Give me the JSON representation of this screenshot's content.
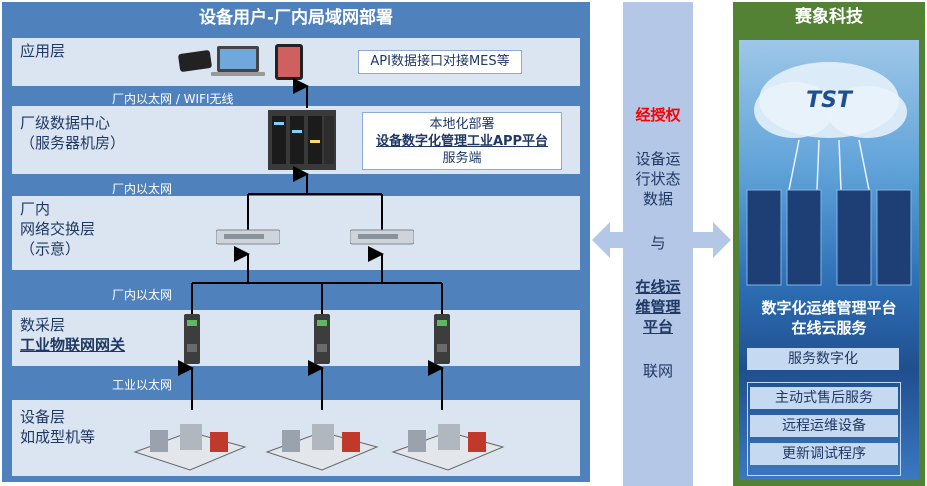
{
  "left": {
    "title": "设备用户-厂内局域网部署",
    "layers": {
      "app": "应用层",
      "dc_line1": "厂级数据中心",
      "dc_line2": "（服务器机房）",
      "net_line1": "厂内",
      "net_line2": "网络交换层",
      "net_line3": "（示意）",
      "daq": "数采层",
      "daq_sub": "工业物联网网关",
      "dev_line1": "设备层",
      "dev_line2": "如成型机等"
    },
    "app_box": "API数据接口对接MES等",
    "dc_box": {
      "line1": "本地化部署",
      "line2": "设备数字化管理工业APP平台",
      "line3": "服务端"
    },
    "links": {
      "l1": "厂内以太网 / WIFI无线",
      "l2": "厂内以太网",
      "l3": "厂内以太网",
      "l4": "工业以太网"
    }
  },
  "middle": {
    "authorized": "经授权",
    "data_line1": "设备运",
    "data_line2": "行状态",
    "data_line3": "数据",
    "and": "与",
    "platform_line1": "在线运",
    "platform_line2": "维管理",
    "platform_line3": "平台",
    "network": "联网"
  },
  "right": {
    "title": "赛象科技",
    "logo": "TST",
    "platform_line1": "数字化运维管理平台",
    "platform_line2": "在线云服务",
    "service_header": "服务数字化",
    "services": [
      "主动式售后服务",
      "远程运维设备",
      "更新调试程序"
    ]
  },
  "colors": {
    "left_bg": "#4f81bd",
    "layer_bg": "#dbe5f1",
    "mid_bg": "#b4c7e7",
    "right_bg": "#548235",
    "accent_red": "#ff0000"
  }
}
